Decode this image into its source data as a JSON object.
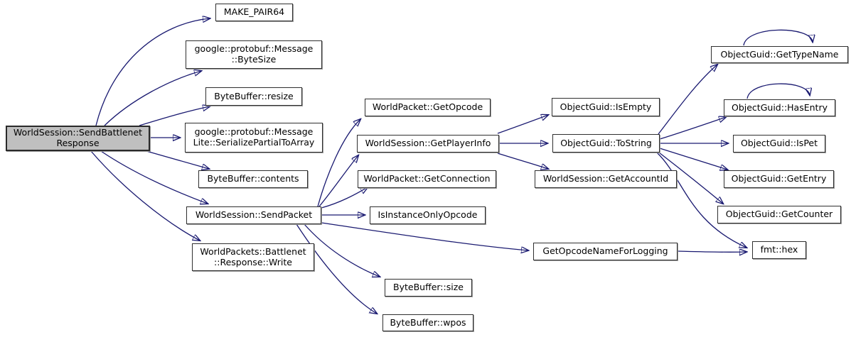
{
  "diagram": {
    "kind": "call-graph",
    "direction": "left-to-right",
    "colors": {
      "edge": "#191970",
      "node_fill": "#ffffff",
      "node_border": "#2f2f2f",
      "root_fill": "#bfbfbf",
      "background": "#ffffff"
    },
    "root_function": "WorldSession::SendBattlenetResponse",
    "nodes": [
      {
        "id": "sendbattlenetresponse",
        "label": "WorldSession::SendBattlenet\nResponse",
        "root": true
      },
      {
        "id": "make_pair64",
        "label": "MAKE_PAIR64"
      },
      {
        "id": "message_bytesize",
        "label": "google::protobuf::Message\n::ByteSize"
      },
      {
        "id": "bytebuffer_resize",
        "label": "ByteBuffer::resize"
      },
      {
        "id": "messagelite_serializepartialtoarray",
        "label": "google::protobuf::Message\nLite::SerializePartialToArray"
      },
      {
        "id": "bytebuffer_contents",
        "label": "ByteBuffer::contents"
      },
      {
        "id": "worldsession_sendpacket",
        "label": "WorldSession::SendPacket"
      },
      {
        "id": "battlenet_response_write",
        "label": "WorldPackets::Battlenet\n::Response::Write"
      },
      {
        "id": "worldpacket_getopcode",
        "label": "WorldPacket::GetOpcode"
      },
      {
        "id": "worldsession_getplayerinfo",
        "label": "WorldSession::GetPlayerInfo"
      },
      {
        "id": "worldpacket_getconnection",
        "label": "WorldPacket::GetConnection"
      },
      {
        "id": "isinstanceonlyopcode",
        "label": "IsInstanceOnlyOpcode"
      },
      {
        "id": "getopcodenameforlogging",
        "label": "GetOpcodeNameForLogging"
      },
      {
        "id": "bytebuffer_size",
        "label": "ByteBuffer::size"
      },
      {
        "id": "bytebuffer_wpos",
        "label": "ByteBuffer::wpos"
      },
      {
        "id": "objectguid_isempty",
        "label": "ObjectGuid::IsEmpty"
      },
      {
        "id": "objectguid_tostring",
        "label": "ObjectGuid::ToString"
      },
      {
        "id": "worldsession_getaccountid",
        "label": "WorldSession::GetAccountId"
      },
      {
        "id": "objectguid_gettypename",
        "label": "ObjectGuid::GetTypeName"
      },
      {
        "id": "objectguid_hasentry",
        "label": "ObjectGuid::HasEntry"
      },
      {
        "id": "objectguid_ispet",
        "label": "ObjectGuid::IsPet"
      },
      {
        "id": "objectguid_getentry",
        "label": "ObjectGuid::GetEntry"
      },
      {
        "id": "objectguid_getcounter",
        "label": "ObjectGuid::GetCounter"
      },
      {
        "id": "fmt_hex",
        "label": "fmt::hex"
      }
    ],
    "edges": [
      {
        "from": "WorldSession::SendBattlenetResponse",
        "to": "MAKE_PAIR64"
      },
      {
        "from": "WorldSession::SendBattlenetResponse",
        "to": "google::protobuf::Message::ByteSize"
      },
      {
        "from": "WorldSession::SendBattlenetResponse",
        "to": "ByteBuffer::resize"
      },
      {
        "from": "WorldSession::SendBattlenetResponse",
        "to": "google::protobuf::MessageLite::SerializePartialToArray"
      },
      {
        "from": "WorldSession::SendBattlenetResponse",
        "to": "ByteBuffer::contents"
      },
      {
        "from": "WorldSession::SendBattlenetResponse",
        "to": "WorldSession::SendPacket"
      },
      {
        "from": "WorldSession::SendBattlenetResponse",
        "to": "WorldPackets::Battlenet::Response::Write"
      },
      {
        "from": "WorldSession::SendPacket",
        "to": "WorldPacket::GetOpcode"
      },
      {
        "from": "WorldSession::SendPacket",
        "to": "WorldSession::GetPlayerInfo"
      },
      {
        "from": "WorldSession::SendPacket",
        "to": "WorldPacket::GetConnection"
      },
      {
        "from": "WorldSession::SendPacket",
        "to": "IsInstanceOnlyOpcode"
      },
      {
        "from": "WorldSession::SendPacket",
        "to": "GetOpcodeNameForLogging"
      },
      {
        "from": "WorldSession::SendPacket",
        "to": "ByteBuffer::size"
      },
      {
        "from": "WorldSession::SendPacket",
        "to": "ByteBuffer::wpos"
      },
      {
        "from": "WorldSession::GetPlayerInfo",
        "to": "ObjectGuid::IsEmpty"
      },
      {
        "from": "WorldSession::GetPlayerInfo",
        "to": "ObjectGuid::ToString"
      },
      {
        "from": "WorldSession::GetPlayerInfo",
        "to": "WorldSession::GetAccountId"
      },
      {
        "from": "ObjectGuid::ToString",
        "to": "ObjectGuid::GetTypeName"
      },
      {
        "from": "ObjectGuid::ToString",
        "to": "ObjectGuid::HasEntry"
      },
      {
        "from": "ObjectGuid::ToString",
        "to": "ObjectGuid::IsPet"
      },
      {
        "from": "ObjectGuid::ToString",
        "to": "ObjectGuid::GetEntry"
      },
      {
        "from": "ObjectGuid::ToString",
        "to": "ObjectGuid::GetCounter"
      },
      {
        "from": "ObjectGuid::ToString",
        "to": "fmt::hex"
      },
      {
        "from": "GetOpcodeNameForLogging",
        "to": "fmt::hex"
      },
      {
        "from": "ObjectGuid::GetTypeName",
        "to": "ObjectGuid::GetTypeName",
        "self": true
      },
      {
        "from": "ObjectGuid::HasEntry",
        "to": "ObjectGuid::HasEntry",
        "self": true
      }
    ]
  }
}
